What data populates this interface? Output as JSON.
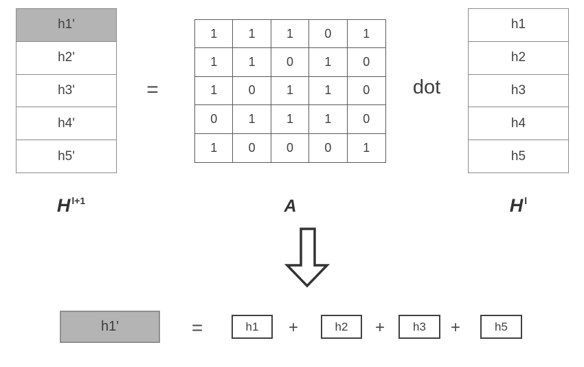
{
  "colors": {
    "highlight_gray": "#b4b4b4",
    "border_light": "#8a8a8a",
    "border_dark": "#595959",
    "text": "#404040"
  },
  "top_equation": {
    "left_vector": {
      "label_base": "H",
      "label_sup": "l+1",
      "cells": [
        {
          "text": "h1'",
          "highlight": true
        },
        {
          "text": "h2'",
          "highlight": false
        },
        {
          "text": "h3'",
          "highlight": false
        },
        {
          "text": "h4'",
          "highlight": false
        },
        {
          "text": "h5'",
          "highlight": false
        }
      ]
    },
    "equals_label": "=",
    "matrix": {
      "label": "A",
      "rows": [
        [
          "1",
          "1",
          "1",
          "0",
          "1"
        ],
        [
          "1",
          "1",
          "0",
          "1",
          "0"
        ],
        [
          "1",
          "0",
          "1",
          "1",
          "0"
        ],
        [
          "0",
          "1",
          "1",
          "1",
          "0"
        ],
        [
          "1",
          "0",
          "0",
          "0",
          "1"
        ]
      ]
    },
    "dot_label": "dot",
    "right_vector": {
      "label_base": "H",
      "label_sup": "l",
      "cells": [
        {
          "text": "h1"
        },
        {
          "text": "h2"
        },
        {
          "text": "h3"
        },
        {
          "text": "h4"
        },
        {
          "text": "h5"
        }
      ]
    }
  },
  "bottom_equation": {
    "result_label": "h1'",
    "equals_label": "=",
    "plus_label": "+",
    "terms": [
      "h1",
      "h2",
      "h3",
      "h5"
    ]
  }
}
